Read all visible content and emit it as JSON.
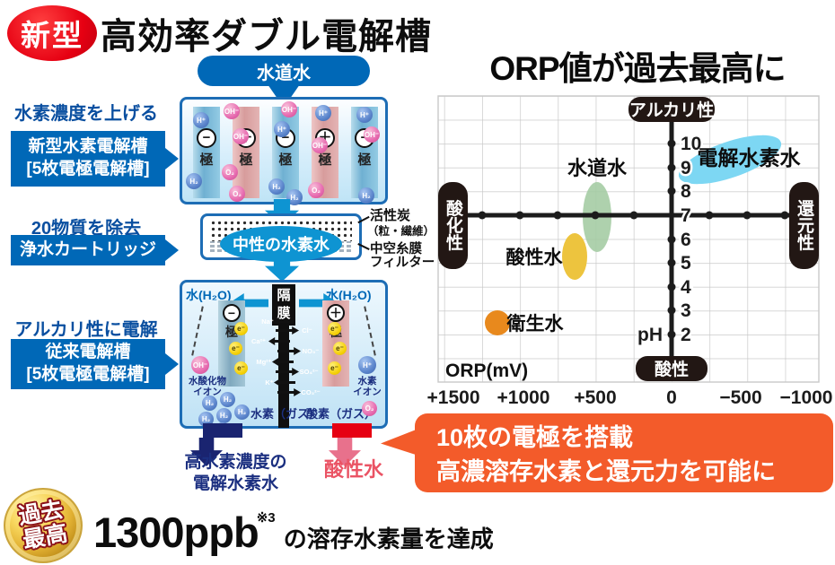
{
  "header": {
    "badge": "新型",
    "title": "高効率ダブル電解槽"
  },
  "left_panel": {
    "lead1": "水素濃度を上げる",
    "box1": {
      "line1": "新型水素電解槽",
      "line2": "[5枚電極電解槽]"
    },
    "lead2": "20物質を除去",
    "box2": {
      "line1": "浄水カートリッジ"
    },
    "lead3": "アルカリ性に電解",
    "box3": {
      "line1": "従来電解槽",
      "line2": "[5枚電極電解槽]"
    }
  },
  "diagram": {
    "inlet": "水道水",
    "top_tank": {
      "electrodes": [
        {
          "sign": "−",
          "label": "極",
          "kind": "blue"
        },
        {
          "sign": "＋",
          "label": "極",
          "kind": "pink"
        },
        {
          "sign": "−",
          "label": "極",
          "kind": "blue"
        },
        {
          "sign": "＋",
          "label": "極",
          "kind": "pink"
        },
        {
          "sign": "−",
          "label": "極",
          "kind": "blue"
        }
      ],
      "ions": [
        {
          "label": "H⁺",
          "kind": "b"
        },
        {
          "label": "OH⁻",
          "kind": "p"
        },
        {
          "label": "OH⁻",
          "kind": "p"
        },
        {
          "label": "H⁺",
          "kind": "b"
        },
        {
          "label": "OH⁻",
          "kind": "p"
        },
        {
          "label": "OH⁻",
          "kind": "p"
        },
        {
          "label": "H⁺",
          "kind": "b"
        },
        {
          "label": "OH⁻",
          "kind": "p"
        },
        {
          "label": "H⁺",
          "kind": "b"
        },
        {
          "label": "H₂",
          "kind": "b"
        },
        {
          "label": "O₂",
          "kind": "p"
        },
        {
          "label": "O₂",
          "kind": "p"
        },
        {
          "label": "H₂",
          "kind": "b"
        },
        {
          "label": "H₂",
          "kind": "b"
        },
        {
          "label": "O₂",
          "kind": "p"
        },
        {
          "label": "H₂",
          "kind": "b"
        }
      ]
    },
    "filter": {
      "center": "中性の水素水",
      "note1": "活性炭",
      "note2": "（粒・繊維）",
      "note3": "中空糸膜",
      "note4": "フィルター"
    },
    "bottom_tank": {
      "membrane": "隔膜",
      "water_left": "水(H₂O)",
      "water_right": "水(H₂O)",
      "cathode": {
        "sign": "−",
        "label": "極"
      },
      "anode": {
        "sign": "＋",
        "label": "極"
      },
      "electron": "e⁻",
      "ions_left": [
        "Na⁺",
        "Ca²⁺",
        "Mg²⁺",
        "K⁺"
      ],
      "ions_right": [
        "Cl⁻",
        "NO₃⁻",
        "SO₄²⁻",
        "CO₃²⁻"
      ],
      "oh_ion": "OH⁻",
      "oh_label1": "水酸化物",
      "oh_label2": "イオン",
      "h_ion": "H⁺",
      "h_label1": "水素",
      "h_label2": "イオン",
      "h2": "H₂",
      "h2_gas": "水素（ガス）",
      "o2_gas": "酸素（ガス）",
      "o2": "O₂"
    },
    "out_left1": "高水素濃度の",
    "out_left2": "電解水素水",
    "out_right": "酸性水"
  },
  "chart": {
    "title": "ORP値が過去最高に",
    "orp_axis": "ORP(mV)",
    "ph_label": "pH"
  },
  "chart_data": {
    "type": "scatter",
    "title": "ORP値が過去最高に",
    "xlabel": "ORP(mV)",
    "ylabel": "pH",
    "x_ticks": [
      "+1500",
      "+1000",
      "+500",
      "0",
      "−500",
      "−1000"
    ],
    "y_ticks": [
      "10",
      "9",
      "8",
      "7",
      "6",
      "5",
      "4",
      "3",
      "2"
    ],
    "xlim": [
      1600,
      -1100
    ],
    "ylim": [
      1,
      12.5
    ],
    "grid": true,
    "axis_badges": {
      "top": "アルカリ性",
      "bottom": "酸性",
      "left": "酸化性",
      "right": "還元性"
    },
    "series": [
      {
        "name": "電解水素水",
        "shape": "ellipse",
        "color": "#7dd7f3",
        "orp_range": [
          -60,
          -760
        ],
        "ph_range": [
          8.3,
          10.2
        ]
      },
      {
        "name": "水道水",
        "shape": "ellipse",
        "color": "#a3cba2",
        "orp_range": [
          400,
          600
        ],
        "ph_range": [
          5.5,
          8.4
        ]
      },
      {
        "name": "酸性水",
        "shape": "ellipse",
        "color": "#edc43e",
        "orp_range": [
          580,
          740
        ],
        "ph_range": [
          4.4,
          6.3
        ]
      },
      {
        "name": "衛生水",
        "shape": "circle",
        "color": "#e8891d",
        "orp_range": [
          1100,
          1270
        ],
        "ph_range": [
          2.1,
          3.0
        ]
      }
    ]
  },
  "callout": {
    "line1": "10枚の電極を搭載",
    "line2": "高濃溶存水素と還元力を可能に"
  },
  "footer": {
    "medal1": "過去",
    "medal2": "最高",
    "value": "1300ppb",
    "note": "※3",
    "suffix": "の溶存水素量を達成"
  }
}
